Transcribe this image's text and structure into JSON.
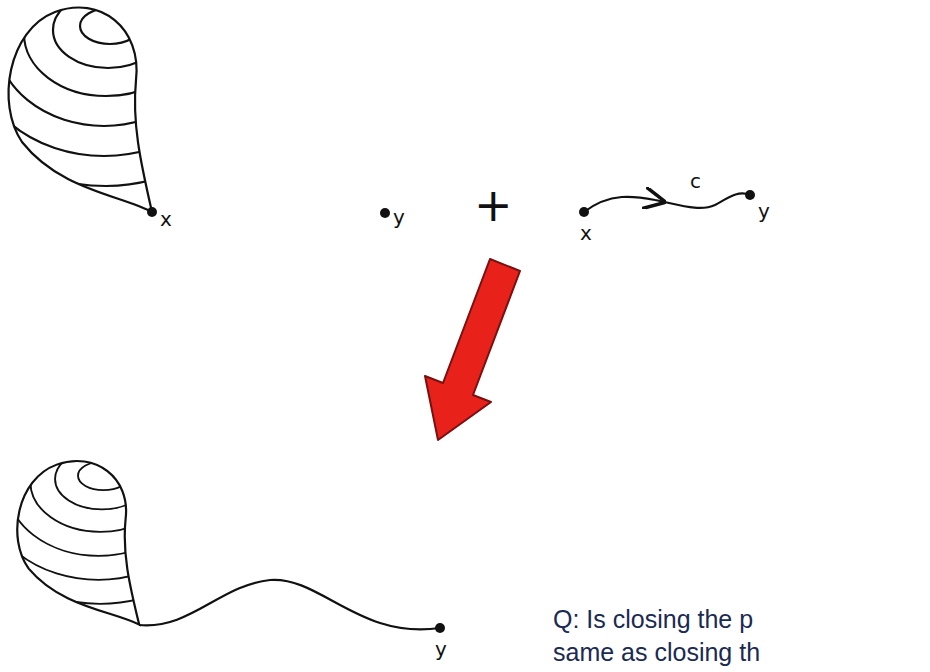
{
  "diagram": {
    "labels": [
      "x",
      "y",
      "+",
      "c",
      "x",
      "y",
      "y",
      "Q: Is closing the p same as closing th"
    ]
  }
}
